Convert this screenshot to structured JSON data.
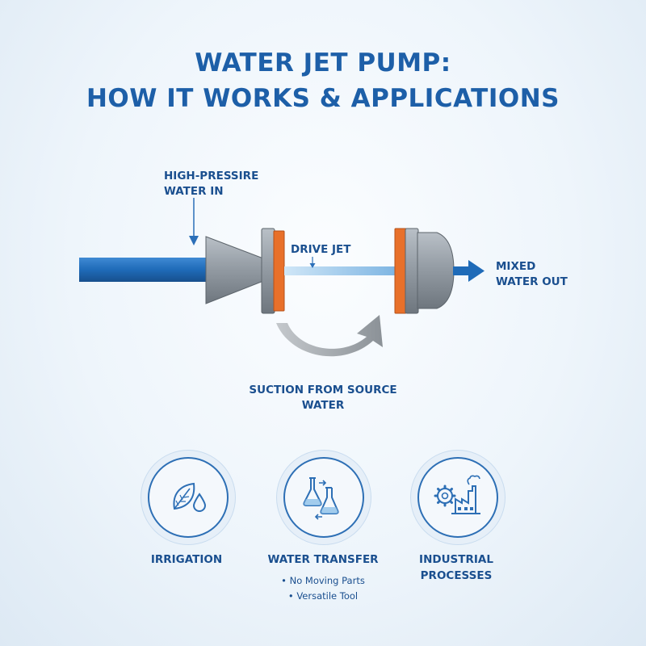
{
  "title": {
    "line1": "WATER JET PUMP:",
    "line2": "HOW IT WORKS & APPLICATIONS"
  },
  "diagram": {
    "inlet_label": [
      "HIGH-PRESSIRE",
      "WATER IN"
    ],
    "jet_label": "DRIVE JET",
    "outlet_label": [
      "MIXED",
      "WATER OUT"
    ],
    "suction_label": [
      "SUCTION FROM SOURCE",
      "WATER"
    ]
  },
  "applications": [
    {
      "label": [
        "IRRIGATION"
      ],
      "icon": "leaf-water-drop-icon"
    },
    {
      "label": [
        "WATER TRANSFER"
      ],
      "icon": "flasks-transfer-icon"
    },
    {
      "label": [
        "INDUSTRIAL",
        "PROCESSES"
      ],
      "icon": "gear-factory-icon"
    }
  ],
  "features": [
    "No Moving Parts",
    "Versatile Tool"
  ],
  "colors": {
    "title": "#1d5fa8",
    "pipe": "#1f6bb8",
    "nozzle": "#8e969e",
    "flange": "#e8702a",
    "label": "#1a4f8f"
  }
}
